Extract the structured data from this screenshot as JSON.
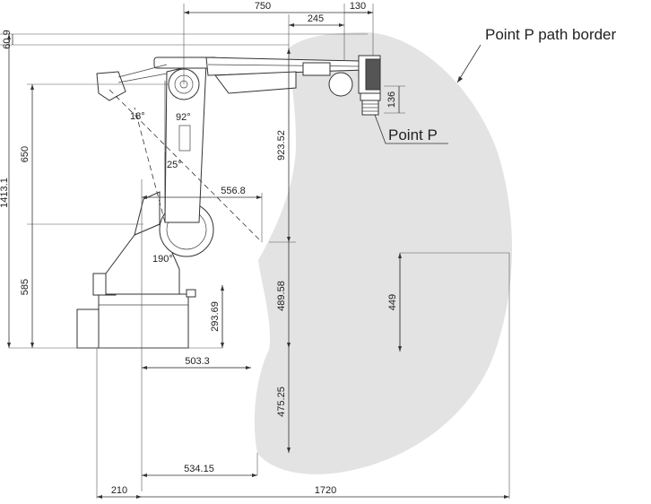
{
  "colors": {
    "envelope": "#e3e3e3",
    "line": "#333333",
    "text": "#222222",
    "background": "#ffffff"
  },
  "labels": {
    "path_border": "Point P path border",
    "point_p": "Point P"
  },
  "dimensions": {
    "top_750": "750",
    "top_245": "245",
    "top_130": "130",
    "left_60_9": "60.9",
    "left_1413_1": "1413.1",
    "left_650": "650",
    "left_585": "585",
    "mid_923_52": "923.52",
    "mid_489_58": "489.58",
    "mid_475_25": "475.25",
    "mid_293_69": "293.69",
    "right_449": "449",
    "right_136": "136",
    "h_556_8": "556.8",
    "h_503_3": "503.3",
    "h_534_15": "534.15",
    "bottom_210": "210",
    "bottom_1720": "1720"
  },
  "angles": {
    "a18": "18°",
    "a92": "92°",
    "a25": "25°",
    "a190": "190°"
  }
}
